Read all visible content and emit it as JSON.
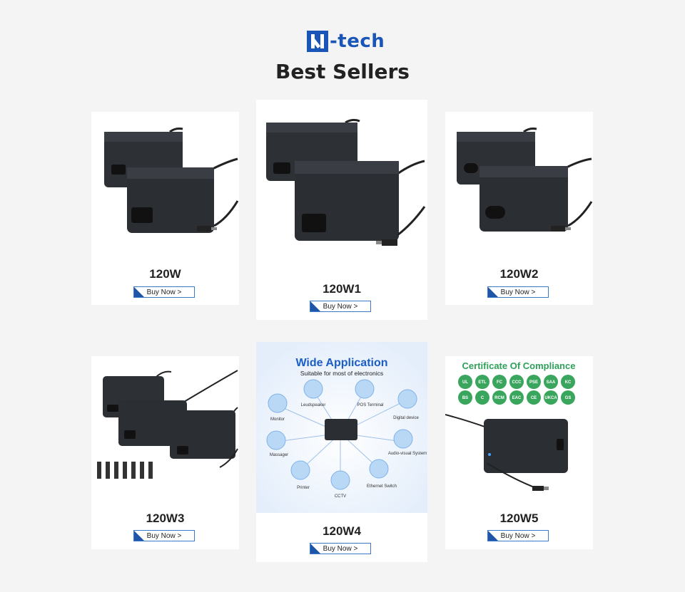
{
  "brand": {
    "name": "-tech"
  },
  "page_title": "Best Sellers",
  "products": [
    {
      "name": "120W",
      "buy_label": "Buy Now >"
    },
    {
      "name": "120W1",
      "buy_label": "Buy Now >"
    },
    {
      "name": "120W2",
      "buy_label": "Buy Now >"
    },
    {
      "name": "120W3",
      "buy_label": "Buy Now >"
    },
    {
      "name": "120W4",
      "buy_label": "Buy Now >"
    },
    {
      "name": "120W5",
      "buy_label": "Buy Now >"
    }
  ],
  "application": {
    "title": "Wide Application",
    "subtitle": "Suitable for most of electronics",
    "items": [
      "Leudspeaker",
      "POS Terminal",
      "Monitor",
      "Digital device",
      "Massager",
      "Audio-visual System",
      "Printer",
      "CCTV",
      "Ethernet Switch"
    ]
  },
  "compliance": {
    "title": "Certificate Of Compliance",
    "badges": [
      "UL",
      "ETL",
      "FC",
      "CCC",
      "PSE",
      "SAA",
      "KC",
      "BS",
      "C",
      "RCM",
      "EAC",
      "CE",
      "UKCA",
      "GS"
    ]
  },
  "colors": {
    "brand_blue": "#1a56b8",
    "button_blue": "#1f55a8",
    "compliance_green": "#2ea05a",
    "adapter": "#2b2e33"
  }
}
